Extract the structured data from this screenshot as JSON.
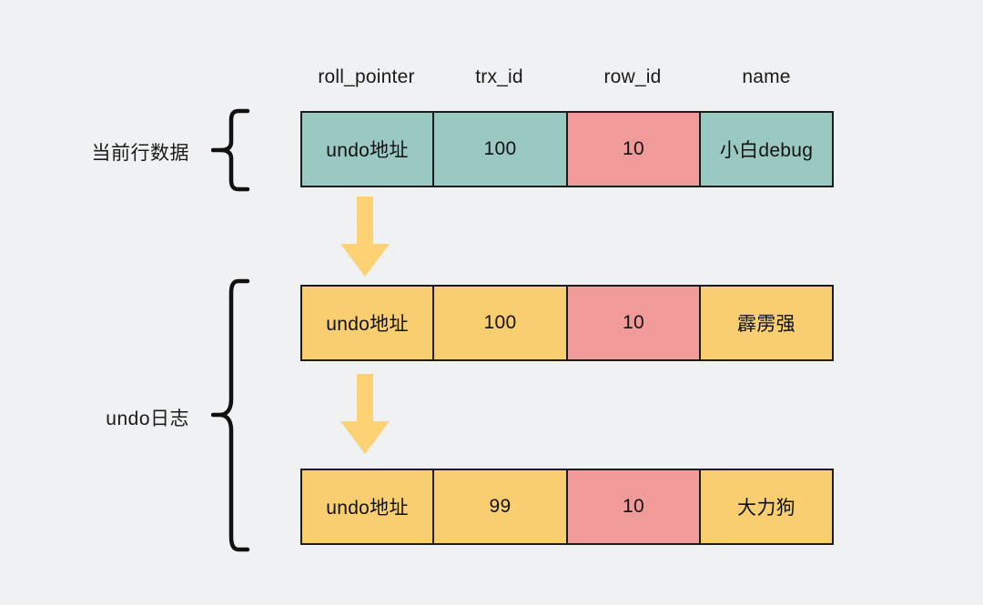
{
  "diagram": {
    "title_hidden": "",
    "background_color": "#F0F1F2",
    "palette": {
      "teal": "#9AC9C2",
      "pink": "#F09A9A",
      "yellow": "#F9CE70",
      "arrow": "#FCD275",
      "line": "#1c1c1c",
      "text": "#111111"
    },
    "columns": [
      {
        "label": "roll_pointer"
      },
      {
        "label": "trx_id"
      },
      {
        "label": "row_id"
      },
      {
        "label": "name"
      }
    ],
    "groups": [
      {
        "label": "当前行数据"
      },
      {
        "label": "undo日志"
      }
    ],
    "rows": [
      {
        "name": "current-row",
        "cells": [
          {
            "value": "undo地址",
            "color": "#9AC9C2"
          },
          {
            "value": "100",
            "color": "#9AC9C2"
          },
          {
            "value": "10",
            "color": "#F09A9A"
          },
          {
            "value": "小白debug",
            "color": "#9AC9C2"
          }
        ]
      },
      {
        "name": "undo-row-1",
        "cells": [
          {
            "value": "undo地址",
            "color": "#F9CE70"
          },
          {
            "value": "100",
            "color": "#F9CE70"
          },
          {
            "value": "10",
            "color": "#F09A9A"
          },
          {
            "value": "霹雳强",
            "color": "#F9CE70"
          }
        ]
      },
      {
        "name": "undo-row-2",
        "cells": [
          {
            "value": "undo地址",
            "color": "#F9CE70"
          },
          {
            "value": "99",
            "color": "#F9CE70"
          },
          {
            "value": "10",
            "color": "#F09A9A"
          },
          {
            "value": "大力狗",
            "color": "#F9CE70"
          }
        ]
      }
    ],
    "arrows": [
      {
        "name": "arrow-row1-to-row2",
        "direction": "down"
      },
      {
        "name": "arrow-row2-to-row3",
        "direction": "down"
      }
    ]
  }
}
